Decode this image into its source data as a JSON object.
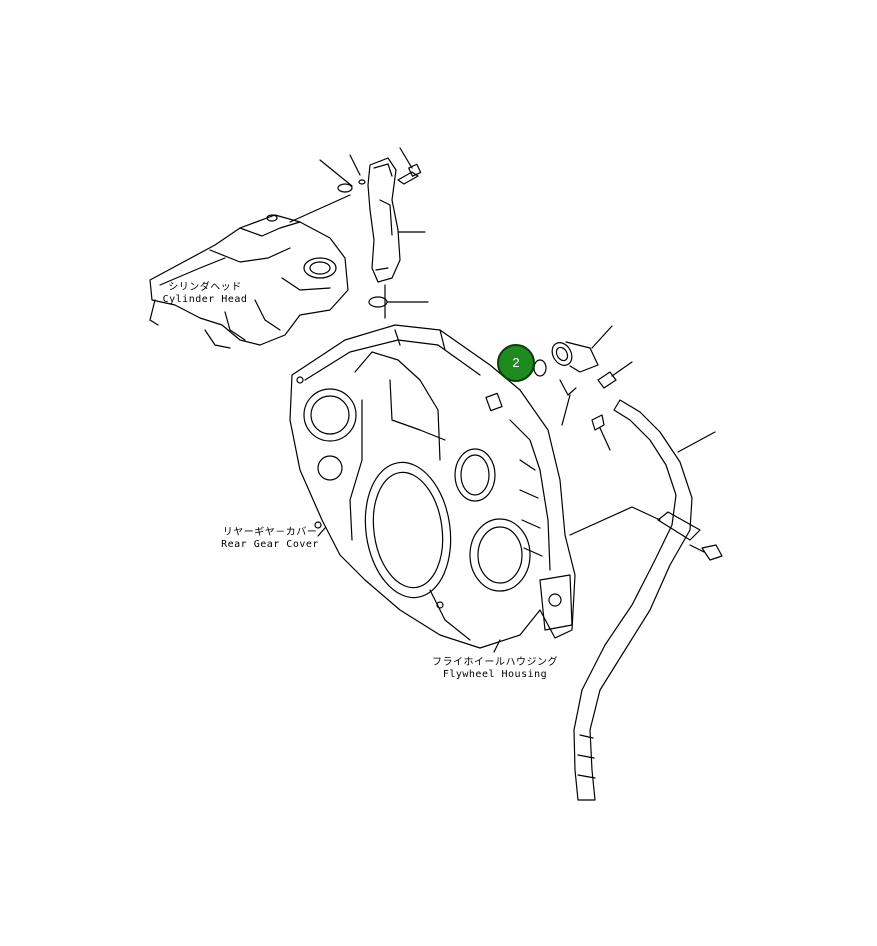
{
  "labels": {
    "cylinder_head_jp": "シリンダヘッド",
    "cylinder_head_en": "Cylinder Head",
    "rear_gear_cover_jp": "リヤーギヤ－カバー",
    "rear_gear_cover_en": "Rear Gear Cover",
    "flywheel_housing_jp": "フライホイールハウジング",
    "flywheel_housing_en": "Flywheel Housing"
  },
  "callouts": [
    {
      "number": "2",
      "color": "#1f8a1f"
    }
  ]
}
